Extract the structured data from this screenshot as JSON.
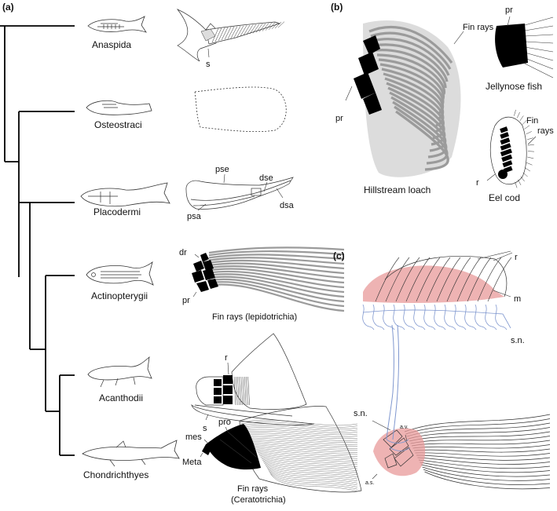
{
  "panels": {
    "a": "(a)",
    "b": "(b)",
    "c": "(c)"
  },
  "taxa": [
    "Anaspida",
    "Osteostraci",
    "Placodermi",
    "Actinopterygii",
    "Acanthodii",
    "Chondrichthyes"
  ],
  "labels": {
    "anaspida_s": "s",
    "placo_pse": "pse",
    "placo_dse": "dse",
    "placo_psa": "psa",
    "placo_dsa": "dsa",
    "actino_dr": "dr",
    "actino_pr": "pr",
    "actino_finrays": "Fin rays (lepidotrichia)",
    "acanth_r": "r",
    "acanth_s": "s",
    "chond_mes": "mes",
    "chond_pro": "pro",
    "chond_meta": "Meta",
    "chond_finrays_1": "Fin rays",
    "chond_finrays_2": "(Ceratotrichia)",
    "b_finrays": "Fin rays",
    "b_pr": "pr",
    "b_hillstream": "Hillstream loach",
    "b_jelly_pr": "pr",
    "b_jellynose": "Jellynose fish",
    "b_eel_finrays_1": "Fin",
    "b_eel_finrays_2": "rays",
    "b_eel_r": "r",
    "b_eelcod": "Eel cod",
    "c_r": "r",
    "c_m": "m",
    "c_sn_top": "s.n.",
    "c_sn_bottom": "s.n.",
    "c_av": "a.v.",
    "c_as": "a.s."
  },
  "colors": {
    "ink": "#111111",
    "grey_rays": "#9b9b9b",
    "black_fill": "#000000",
    "nerve_blue": "#7f97cf",
    "muscle_pink": "#e89a9a"
  }
}
